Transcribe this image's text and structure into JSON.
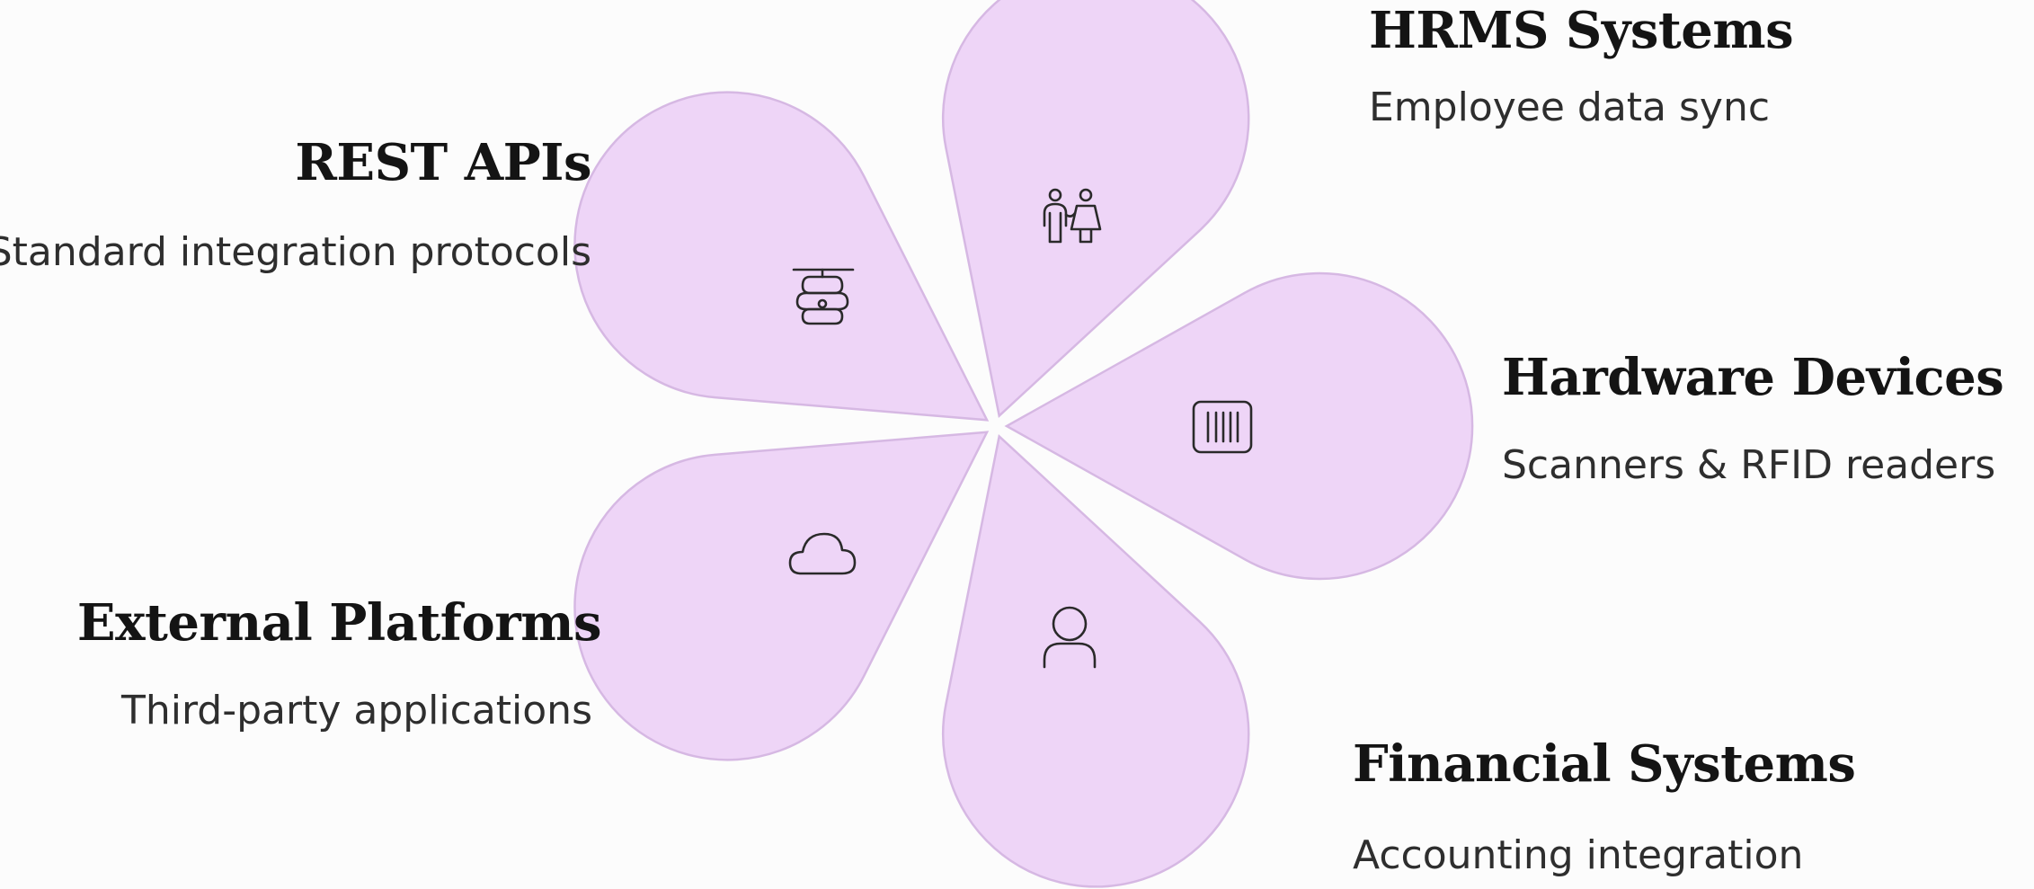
{
  "diagram": {
    "colors": {
      "petal_fill": "#eed5f7",
      "petal_stroke": "#d6b8e3",
      "icon_stroke": "#2a2a2a",
      "background": "#fcfcfc"
    },
    "items": [
      {
        "title": "HRMS Systems",
        "description": "Employee data sync",
        "icon": "people-icon"
      },
      {
        "title": "REST APIs",
        "description": "Standard integration protocols",
        "icon": "beehive-icon"
      },
      {
        "title": "Hardware Devices",
        "description": "Scanners & RFID readers",
        "icon": "barcode-icon"
      },
      {
        "title": "External Platforms",
        "description": "Third-party applications",
        "icon": "cloud-icon"
      },
      {
        "title": "Financial Systems",
        "description": "Accounting integration",
        "icon": "user-icon"
      }
    ]
  }
}
